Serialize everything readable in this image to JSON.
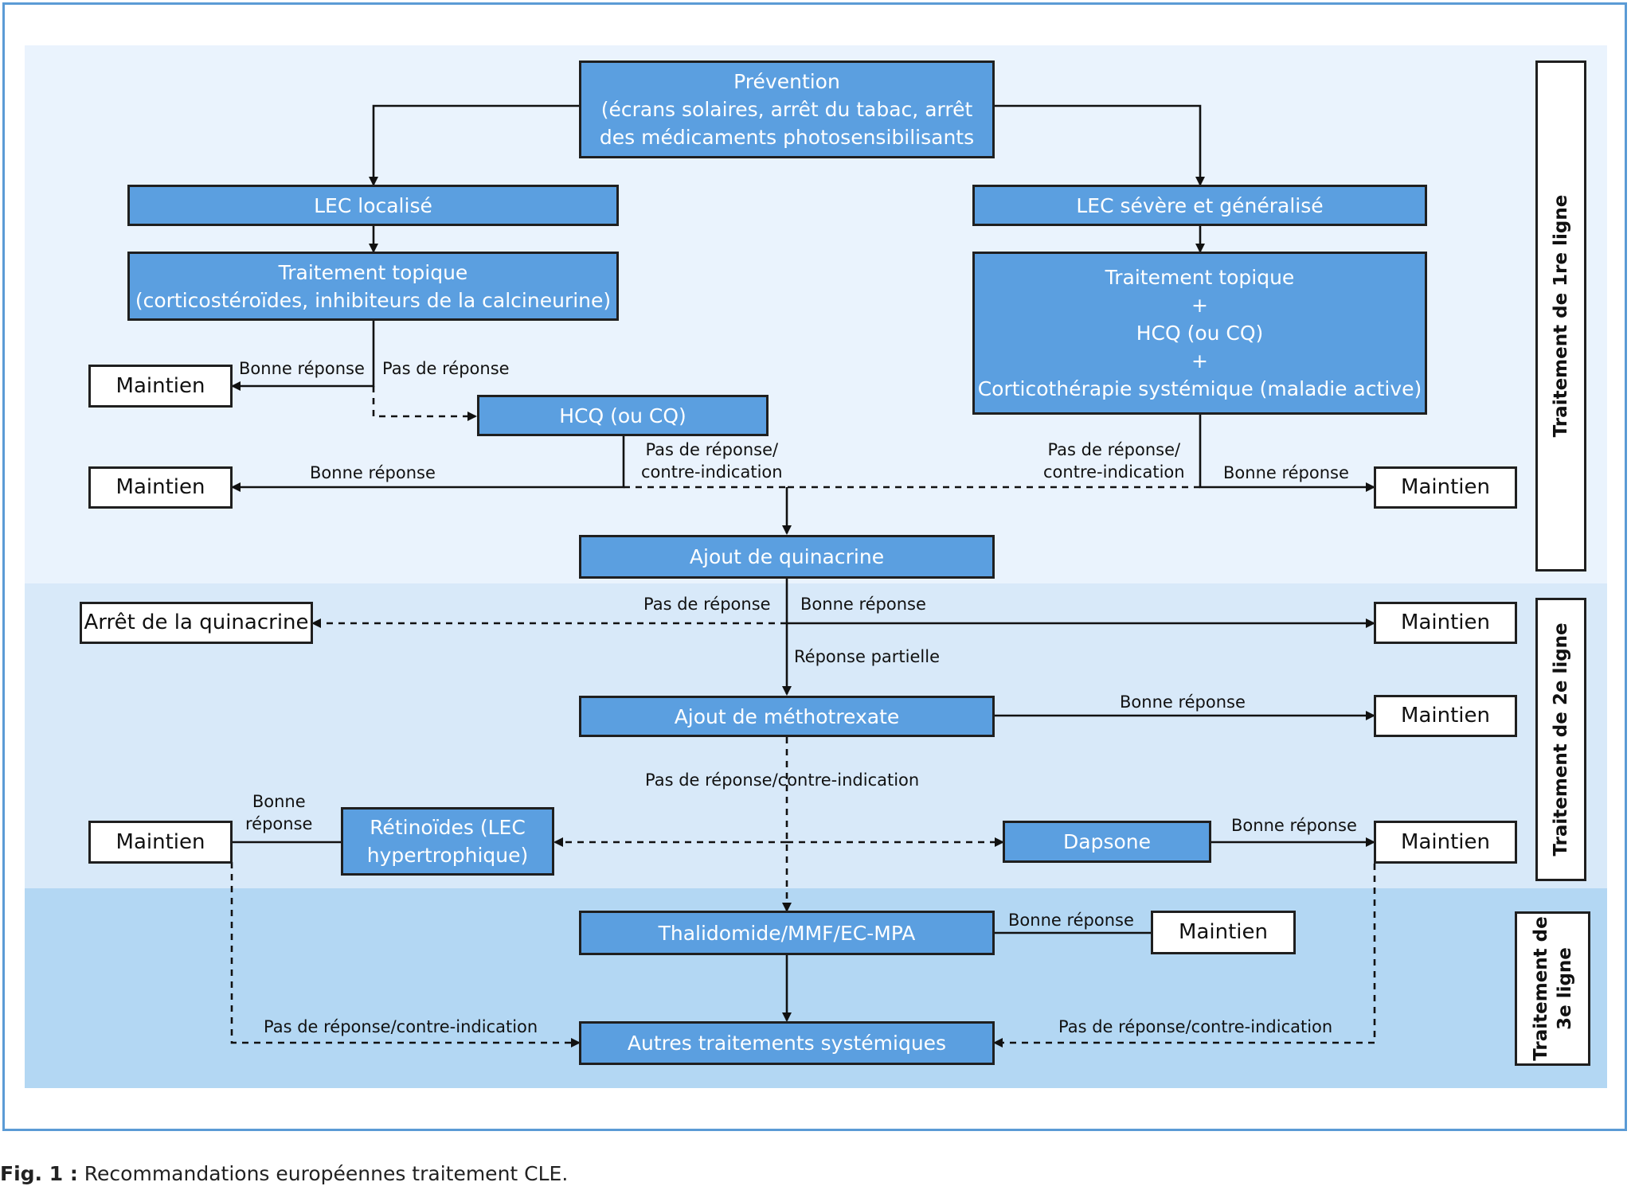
{
  "caption": {
    "label": "Fig. 1 :",
    "text": " Recommandations européennes traitement CLE."
  },
  "side_labels": {
    "first_line": "Traitement de 1re ligne",
    "second_line": "Traitement de 2e ligne",
    "third_line_a": "Traitement de",
    "third_line_b": "3e ligne"
  },
  "boxes": {
    "prevention": [
      "Prévention",
      "(écrans solaires, arrêt du tabac, arrêt",
      "des médicaments photosensibilisants"
    ],
    "lec_localise": "LEC localisé",
    "lec_severe": "LEC sévère et généralisé",
    "topique_local": [
      "Traitement topique",
      "(corticostéroïdes, inhibiteurs de la calcineurine)"
    ],
    "topique_severe": [
      "Traitement topique",
      "+",
      "HCQ (ou CQ)",
      "+",
      "Corticothérapie systémique (maladie active)"
    ],
    "hcq": "HCQ (ou CQ)",
    "quinacrine": "Ajout de quinacrine",
    "arret_quinacrine": "Arrêt de la quinacrine",
    "methotrexate": "Ajout de méthotrexate",
    "retinoides": [
      "Rétinoïdes (LEC",
      "hypertrophique)"
    ],
    "dapsone": "Dapsone",
    "thalidomide": "Thalidomide/MMF/EC-MPA",
    "autres": "Autres traitements systémiques",
    "maintien": "Maintien"
  },
  "edge_labels": {
    "bonne_reponse": "Bonne réponse",
    "pas_de_reponse": "Pas de réponse",
    "pas_contre_1": "Pas de réponse/",
    "pas_contre_2": "contre-indication",
    "reponse_partielle": "Réponse partielle",
    "pas_contre_full": "Pas de réponse/contre-indication",
    "bonne": "Bonne",
    "reponse": "réponse"
  }
}
